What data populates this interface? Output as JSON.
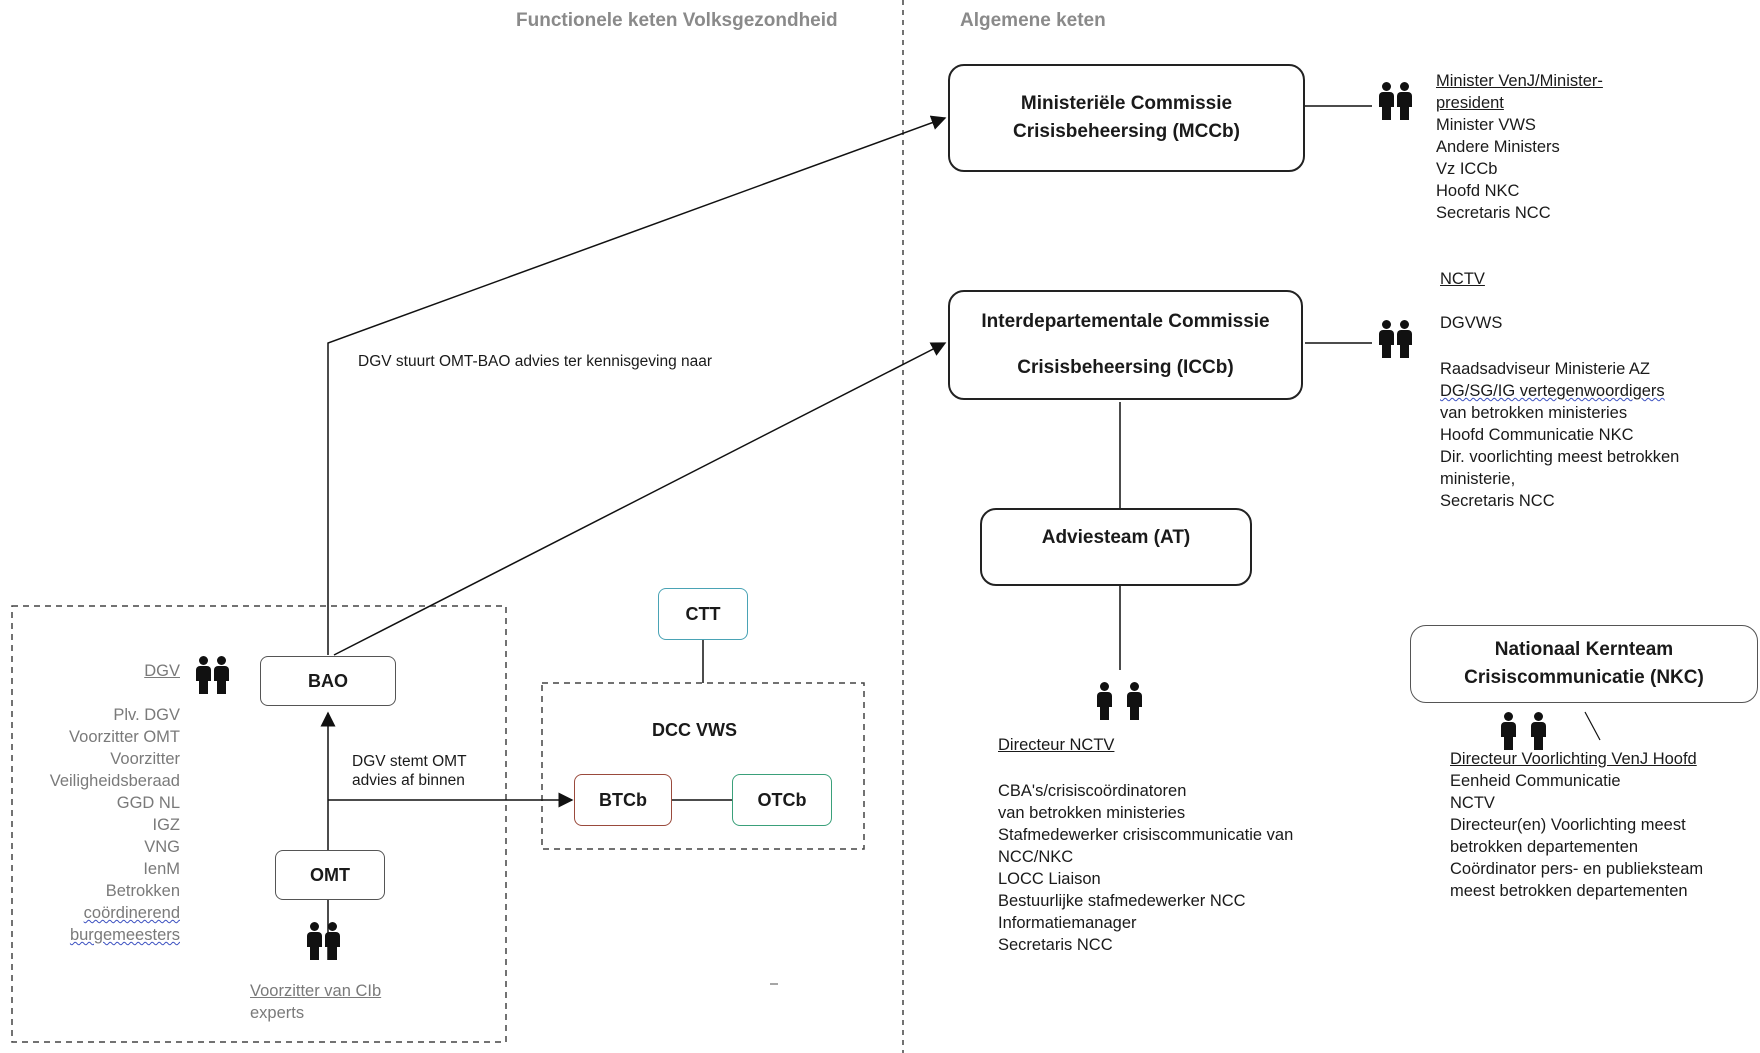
{
  "headers": {
    "left": "Functionele keten Volksgezondheid",
    "right": "Algemene keten"
  },
  "boxes": {
    "mccb": [
      "Ministeriële Commissie",
      "Crisisbeheersing (MCCb)"
    ],
    "iccb": [
      "Interdepartementale Commissie",
      "Crisisbeheersing (ICCb)"
    ],
    "at": "Adviesteam (AT)",
    "nkc": [
      "Nationaal Kernteam",
      "Crisiscommunicatie (NKC)"
    ],
    "bao": "BAO",
    "omt": "OMT",
    "ctt": "CTT",
    "dcc": "DCC VWS",
    "btcb": "BTCb",
    "otcb": "OTCb"
  },
  "edge_labels": {
    "dgv_stuurt": "DGV stuurt OMT-BAO advies ter kennisgeving naar",
    "dgv_stemt_1": "DGV stemt OMT",
    "dgv_stemt_2": "advies af binnen"
  },
  "lists": {
    "mccb": [
      "Minister VenJ/Minister-",
      "president",
      "Minister VWS",
      "Andere Ministers",
      "Vz ICCb",
      "Hoofd NKC",
      "Secretaris NCC"
    ],
    "iccb_head": "NCTV",
    "iccb_dgvws": "DGVWS",
    "iccb": [
      "Raadsadviseur Ministerie AZ",
      "DG/SG/IG vertegenwoordigers",
      "van betrokken ministeries",
      "Hoofd Communicatie NKC",
      "Dir. voorlichting meest betrokken",
      "ministerie,",
      "Secretaris NCC"
    ],
    "at_head": "Directeur NCTV",
    "at": [
      "CBA's/crisiscoördinatoren",
      "van betrokken ministeries",
      "Stafmedewerker crisiscommunicatie van",
      "NCC/NKC",
      "LOCC Liaison",
      "Bestuurlijke stafmedewerker NCC",
      "Informatiemanager",
      "Secretaris NCC"
    ],
    "nkc": [
      "Directeur Voorlichting VenJ Hoofd",
      "Eenheid Communicatie",
      "NCTV",
      "Directeur(en) Voorlichting meest",
      "betrokken departementen",
      "Coördinator pers- en publieksteam",
      "meest betrokken departementen"
    ],
    "bao_head": "DGV",
    "bao": [
      "Plv. DGV",
      "Voorzitter OMT",
      "Voorzitter",
      "Veiligheidsberaad",
      "GGD NL",
      "IGZ",
      "VNG",
      "IenM",
      "Betrokken",
      "coördinerend",
      "burgemeesters"
    ],
    "omt_1": "Voorzitter van CIb",
    "omt_2": "experts"
  },
  "icons": [
    "people-icon"
  ]
}
